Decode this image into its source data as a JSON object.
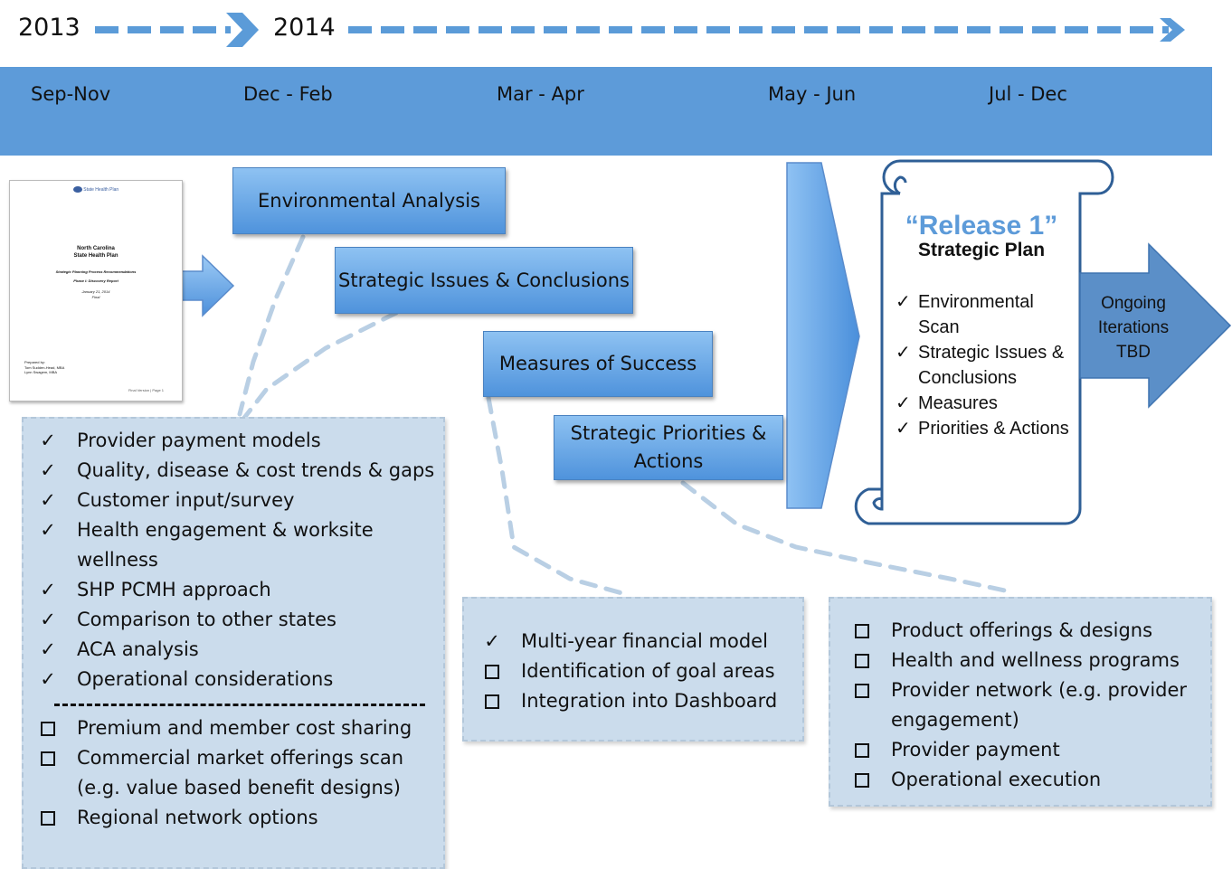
{
  "timeline": {
    "year_start": "2013",
    "year_end": "2014",
    "periods": [
      "Sep-Nov",
      "Dec - Feb",
      "Mar - Apr",
      "May - Jun",
      "Jul - Dec"
    ]
  },
  "document_thumb": {
    "logo_text": "State Health Plan",
    "title_line1": "North Carolina",
    "title_line2": "State Health Plan",
    "subtitle": "Strategic Planning Process Recommendations",
    "phase": "Phase I: Discovery Report",
    "date": "January 21, 2014",
    "status": "Final",
    "prepared_by": "Prepared by:",
    "author1": "Tom Sudden-Head, MBA",
    "author2": "Lynn Swagem, MBA",
    "footer": "Final Version | Page 1"
  },
  "steps": {
    "env": "Environmental Analysis",
    "issues": "Strategic Issues & Conclusions",
    "measures": "Measures of Success",
    "priorities": "Strategic Priorities & Actions"
  },
  "env_notes": {
    "done": [
      "Provider payment models",
      "Quality, disease & cost trends & gaps",
      "Customer input/survey",
      "Health engagement & worksite wellness",
      "SHP PCMH approach",
      "Comparison to other states",
      "ACA analysis",
      "Operational considerations"
    ],
    "todo": [
      "Premium and member cost sharing",
      "Commercial market offerings scan (e.g. value based benefit designs)",
      "Regional network options"
    ]
  },
  "measures_notes": {
    "done": [
      "Multi-year financial model"
    ],
    "todo": [
      "Identification of goal areas",
      "Integration into Dashboard"
    ]
  },
  "priorities_notes": {
    "todo": [
      "Product offerings & designs",
      "Health and wellness programs",
      "Provider network (e.g. provider engagement)",
      "Provider payment",
      "Operational execution"
    ]
  },
  "plan": {
    "release": "“Release 1”",
    "title": "Strategic Plan",
    "items": [
      "Environmental Scan",
      "Strategic Issues & Conclusions",
      "Measures",
      "Priorities & Actions"
    ]
  },
  "ongoing": {
    "line1": "Ongoing",
    "line2": "Iterations",
    "line3": "TBD"
  },
  "colors": {
    "band": "#5d9bd9",
    "step_fill": "#6aaae8",
    "note_fill": "#cbdcec",
    "release_text": "#5d9bd9",
    "ongoing_arrow": "#5b8fc8"
  }
}
